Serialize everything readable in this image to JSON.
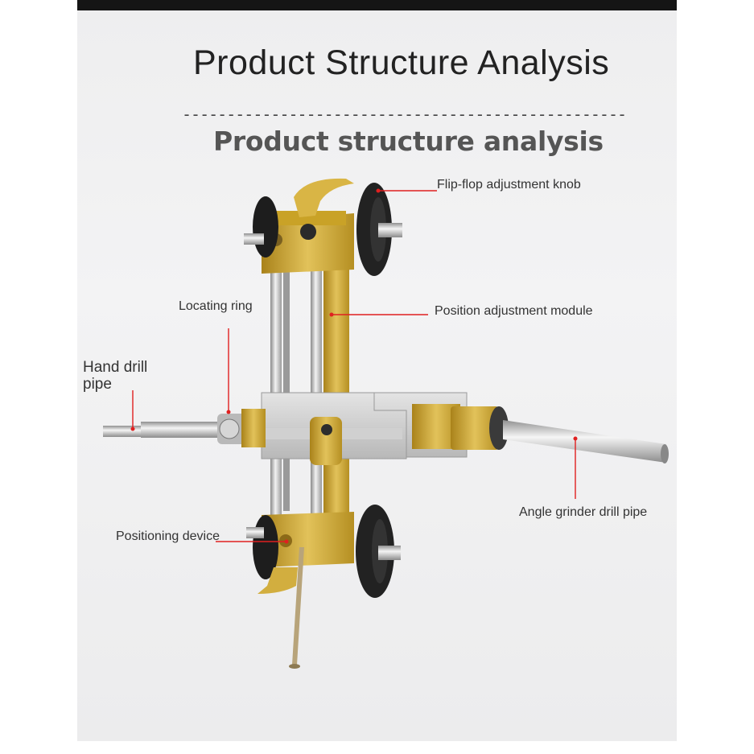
{
  "header": {
    "title": "Product Structure Analysis",
    "separator": "--------------------------------------------------",
    "subtitle": "Product structure analysis"
  },
  "callouts": {
    "flip_flop_knob": "Flip-flop adjustment knob",
    "locating_ring": "Locating ring",
    "position_module": "Position adjustment module",
    "hand_drill_pipe": "Hand drill pipe",
    "angle_grinder_pipe": "Angle grinder drill pipe",
    "positioning_device": "Positioning device"
  },
  "colors": {
    "callout_line": "#e02020",
    "gold": "#c9a227",
    "steel": "#c8c8c8"
  }
}
